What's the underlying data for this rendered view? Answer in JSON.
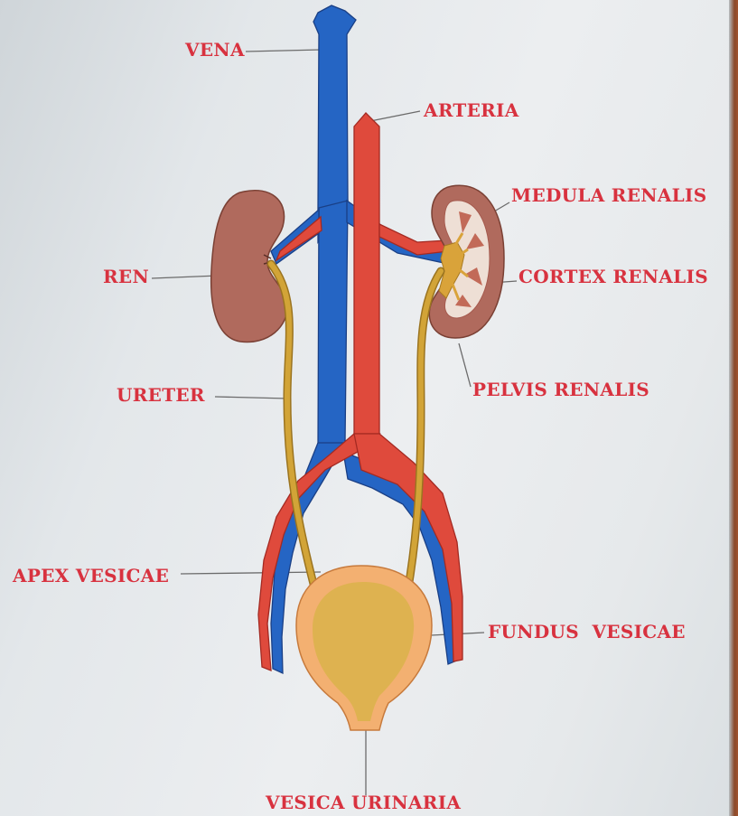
{
  "labels": {
    "vena": "VENA",
    "arteria": "ARTERIA",
    "medula_renalis": "MEDULA RENALIS",
    "ren": "REN",
    "cortex_renalis": "CORTEX RENALIS",
    "ureter": "URETER",
    "pelvis_renalis": "PELVIS RENALIS",
    "apex_vesicae": "APEX VESICAE",
    "fundus_vesicae": "FUNDUS  VESICAE",
    "vesica_urinaria": "VESICA URINARIA"
  },
  "colors": {
    "label": "#d8323f",
    "vein": "#2565c4",
    "artery": "#df4a3c",
    "kidney": "#b06a5d",
    "ureter": "#d2a437",
    "bladder_outer": "#f3b071",
    "bladder_inner": "#d9b34a",
    "leader": "#6b6b6b"
  }
}
